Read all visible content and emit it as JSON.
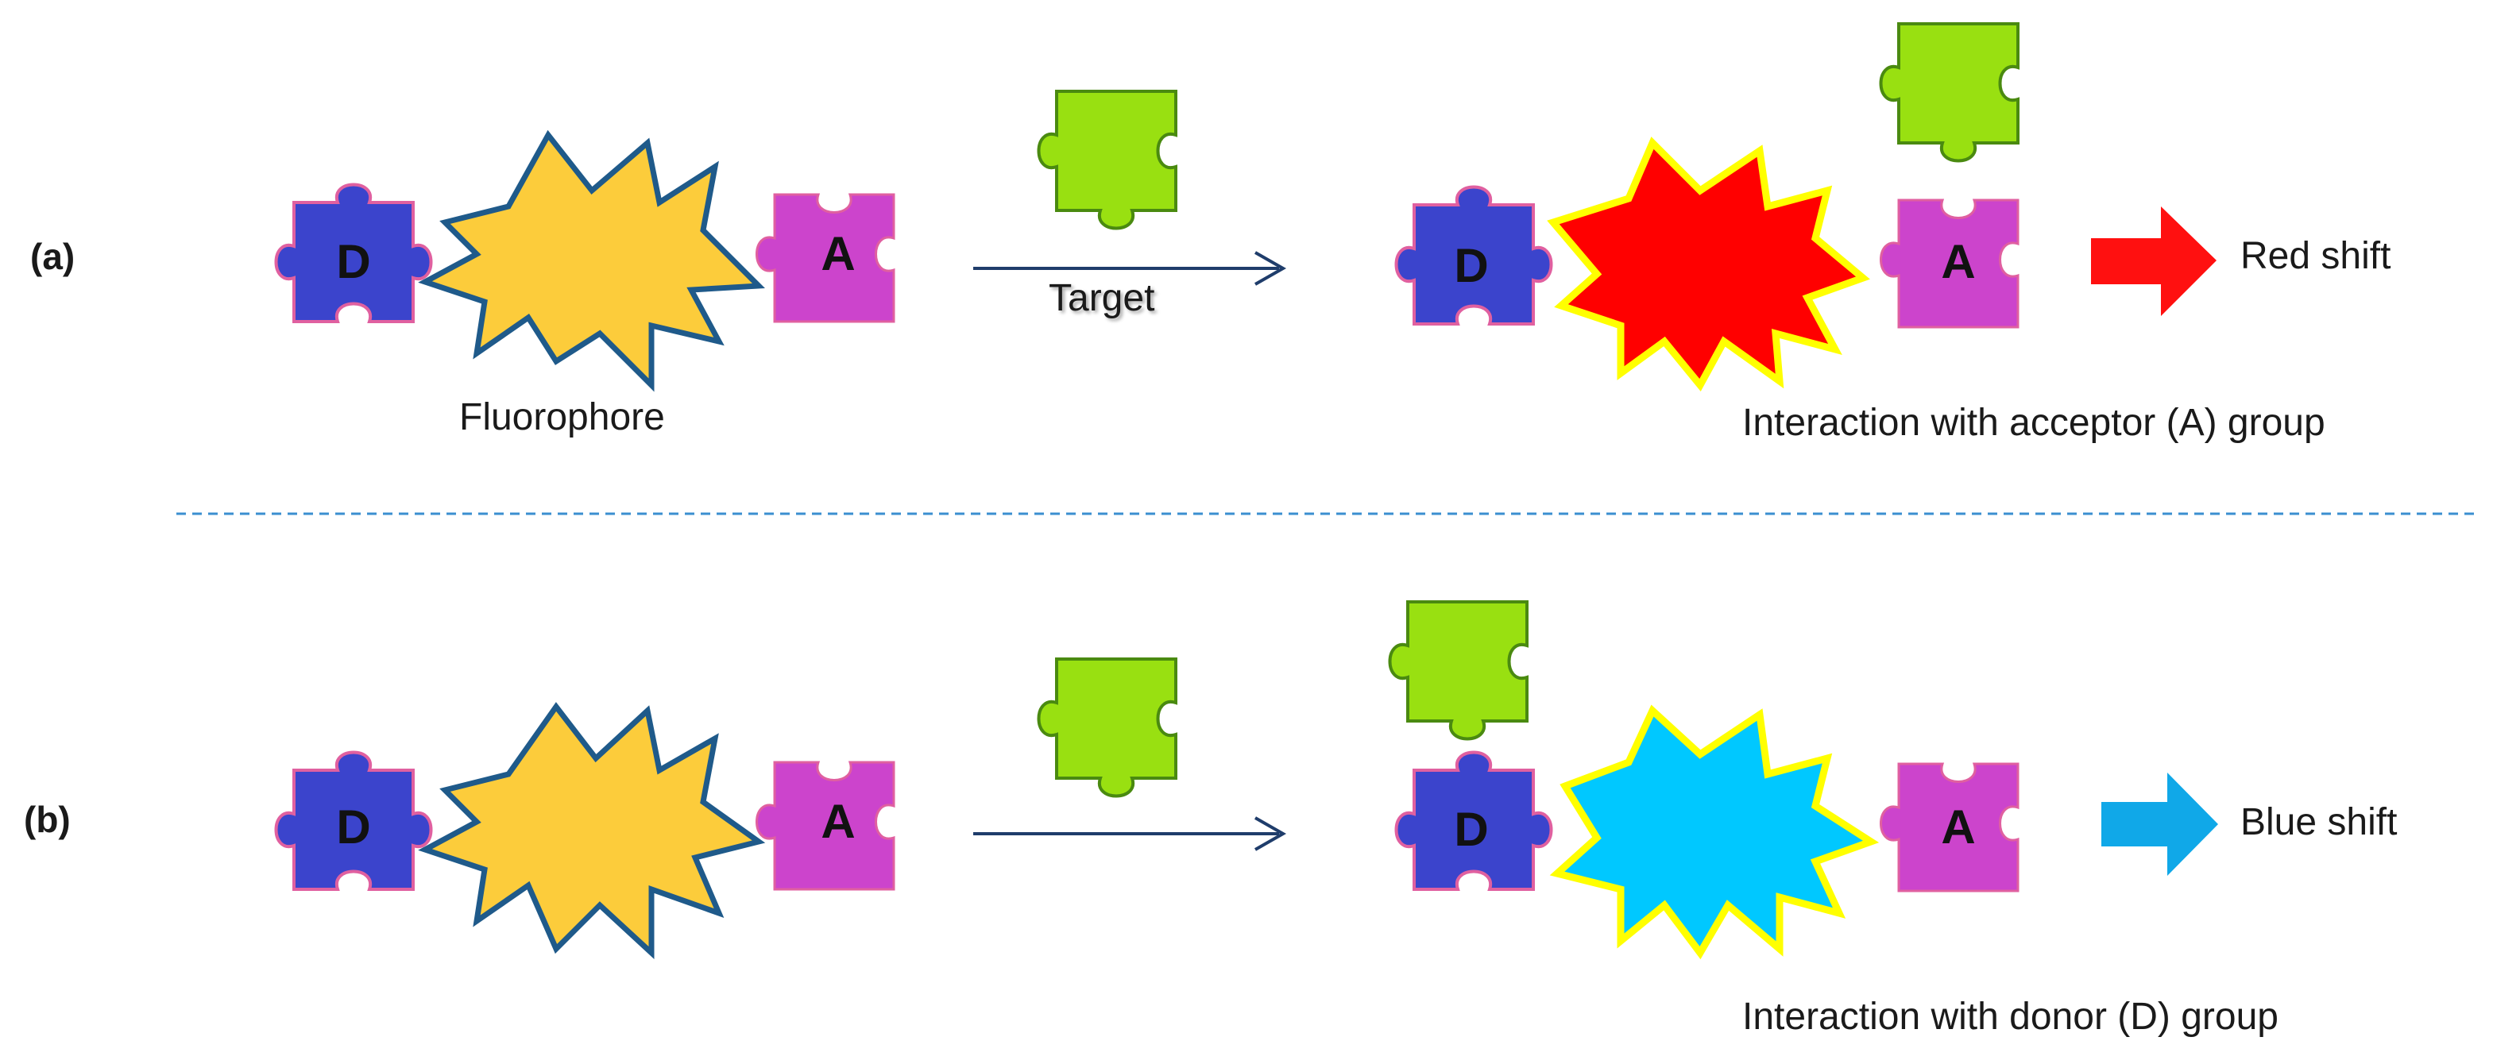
{
  "panels": [
    {
      "id": "a",
      "label": "(a)",
      "donor_letter": "D",
      "acceptor_letter": "A",
      "fluorophore_caption": "Fluorophore",
      "arrow_caption": "Target",
      "interaction_caption": "Interaction with acceptor (A) group",
      "shift_label": "Red shift",
      "burst_color_after": "#ff0000",
      "shift_arrow_color": "#ff1010"
    },
    {
      "id": "b",
      "label": "(b)",
      "donor_letter": "D",
      "acceptor_letter": "A",
      "interaction_caption": "Interaction with donor (D) group",
      "shift_label": "Blue shift",
      "burst_color_after": "#00c8ff",
      "shift_arrow_color": "#10a8e8"
    }
  ],
  "colors": {
    "donor": "#3b44cc",
    "acceptor": "#cc44cc",
    "target": "#99e011",
    "fluorophore": "#fccc3b",
    "fluorophore_outline": "#1f5a8a",
    "burst_outline": "#ffff00",
    "divider": "#3b8fd0",
    "arrow": "#1f3d6b"
  }
}
